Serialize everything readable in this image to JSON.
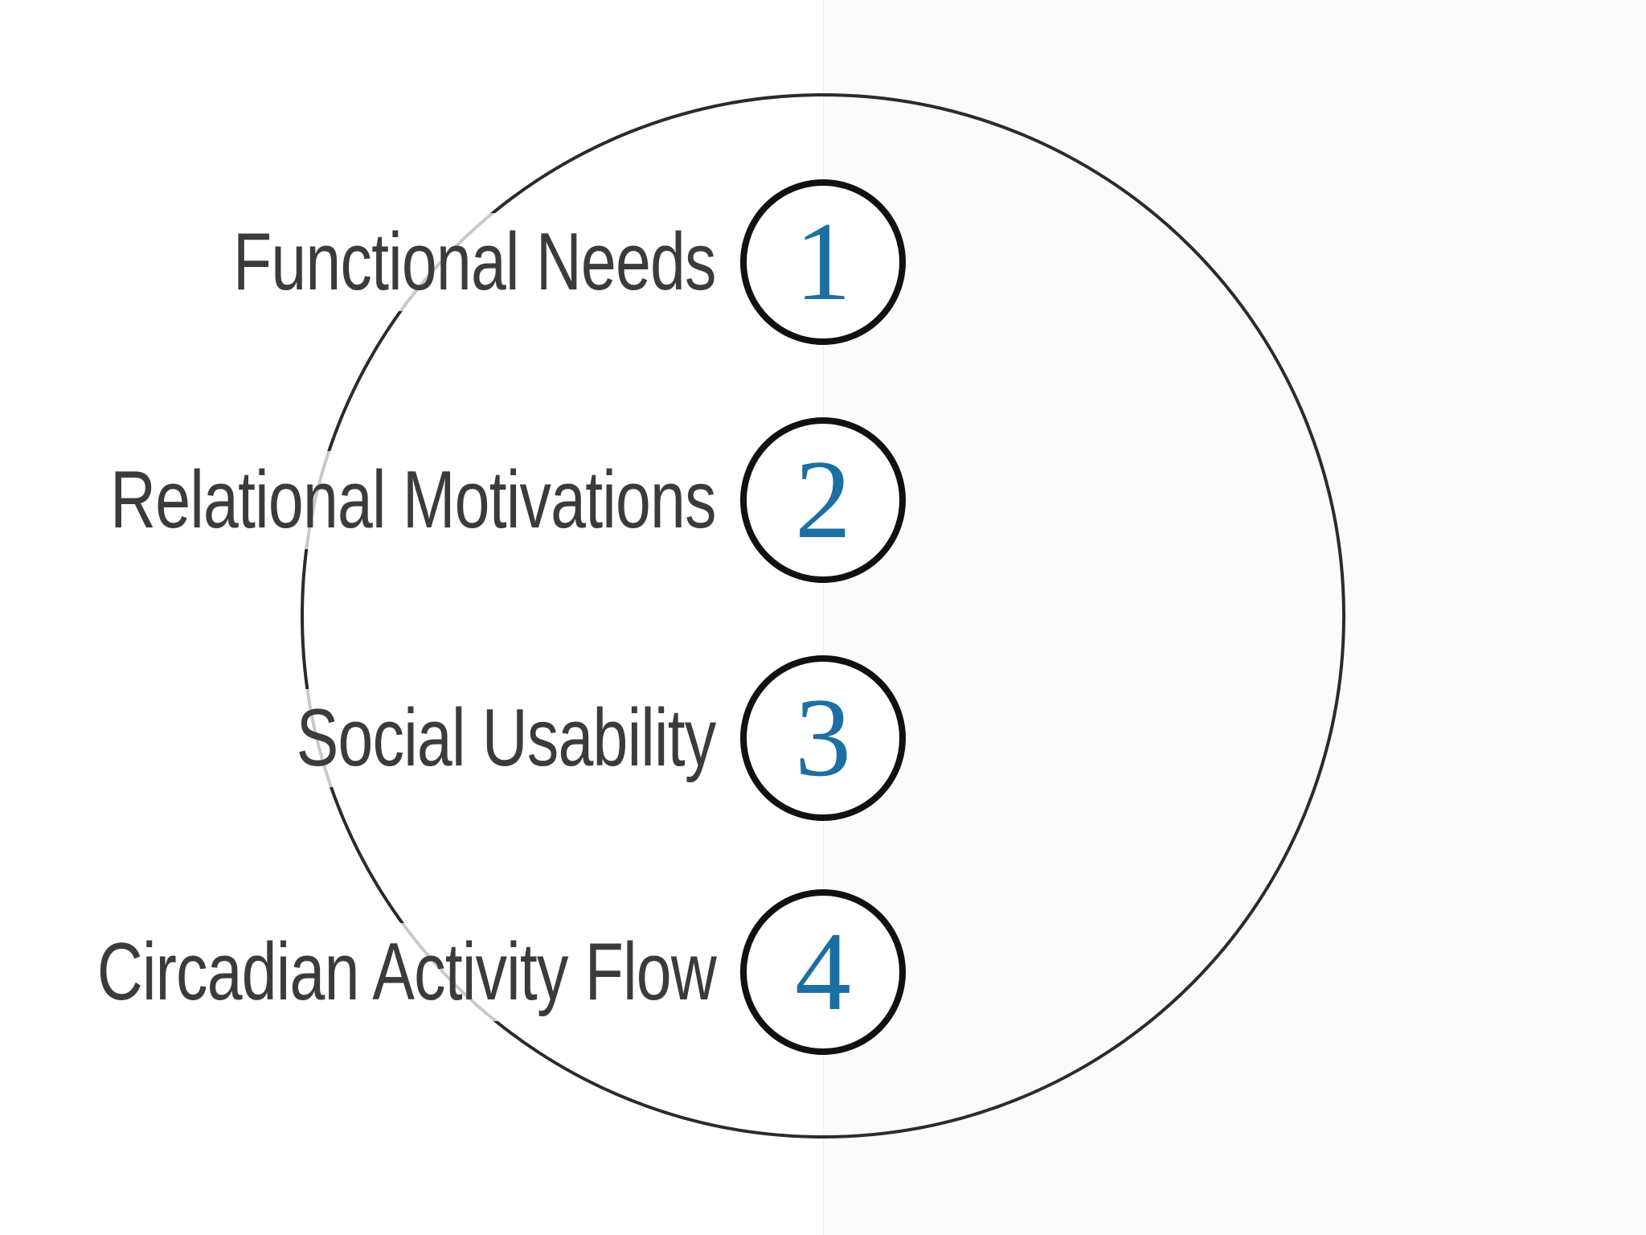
{
  "diagram": {
    "items": [
      {
        "label": "Functional Needs",
        "number": "1"
      },
      {
        "label": "Relational Motivations",
        "number": "2"
      },
      {
        "label": "Social Usability",
        "number": "3"
      },
      {
        "label": "Circadian Activity Flow",
        "number": "4"
      }
    ],
    "colors": {
      "number_blue": "#1c6fa3",
      "label_gray": "#3b3b3d",
      "ring_black": "#111111",
      "outer_circle_stroke": "#2b2b2b"
    }
  }
}
